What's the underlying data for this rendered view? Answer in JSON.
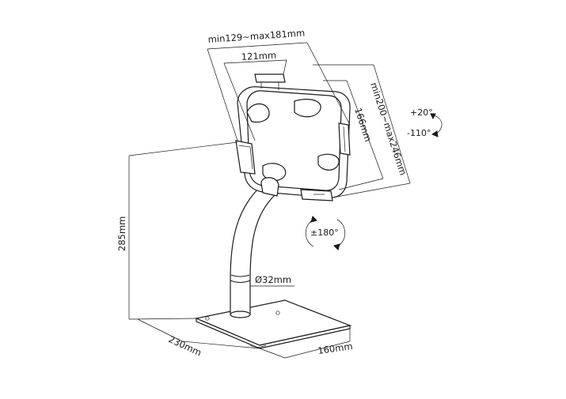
{
  "dimensions": {
    "tablet_width_range": "min129~max181mm",
    "holder_width": "121mm",
    "tablet_height_range": "min200~max246mm",
    "holder_height": "166mm",
    "stand_height": "285mm",
    "pole_diameter": "Ø32mm",
    "base_depth": "230mm",
    "base_width": "160mm"
  },
  "angles": {
    "tilt_up": "+20°",
    "tilt_down": "-110°",
    "rotation": "±180°"
  }
}
